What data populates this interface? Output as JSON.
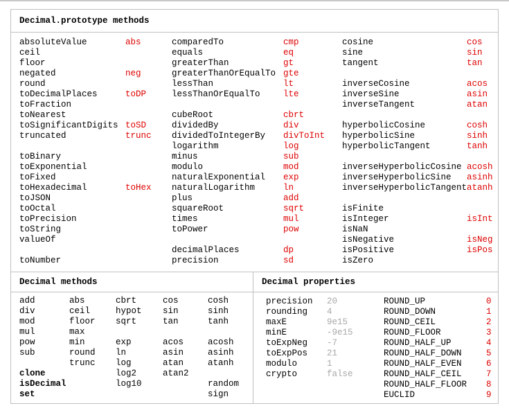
{
  "colors": {
    "accent_red": "#dd0000",
    "muted_gray": "#a8a8a8",
    "border_gray": "#c0c0c0"
  },
  "panels": {
    "prototype_methods": {
      "title": "Decimal.prototype methods",
      "columns": [
        {
          "rows": [
            {
              "name": "absoluteValue",
              "abbr": "abs"
            },
            {
              "name": "ceil",
              "abbr": ""
            },
            {
              "name": "floor",
              "abbr": ""
            },
            {
              "name": "negated",
              "abbr": "neg"
            },
            {
              "name": "round",
              "abbr": ""
            },
            {
              "name": "toDecimalPlaces",
              "abbr": "toDP"
            },
            {
              "name": "toFraction",
              "abbr": ""
            },
            {
              "name": "toNearest",
              "abbr": ""
            },
            {
              "name": "toSignificantDigits",
              "abbr": "toSD"
            },
            {
              "name": "truncated",
              "abbr": "trunc"
            },
            {
              "name": "",
              "abbr": ""
            },
            {
              "name": "toBinary",
              "abbr": ""
            },
            {
              "name": "toExponential",
              "abbr": ""
            },
            {
              "name": "toFixed",
              "abbr": ""
            },
            {
              "name": "toHexadecimal",
              "abbr": "toHex"
            },
            {
              "name": "toJSON",
              "abbr": ""
            },
            {
              "name": "toOctal",
              "abbr": ""
            },
            {
              "name": "toPrecision",
              "abbr": ""
            },
            {
              "name": "toString",
              "abbr": ""
            },
            {
              "name": "valueOf",
              "abbr": ""
            },
            {
              "name": "",
              "abbr": ""
            },
            {
              "name": "toNumber",
              "abbr": ""
            }
          ]
        },
        {
          "rows": [
            {
              "name": "comparedTo",
              "abbr": "cmp"
            },
            {
              "name": "equals",
              "abbr": "eq"
            },
            {
              "name": "greaterThan",
              "abbr": "gt"
            },
            {
              "name": "greaterThanOrEqualTo",
              "abbr": "gte"
            },
            {
              "name": "lessThan",
              "abbr": "lt"
            },
            {
              "name": "lessThanOrEqualTo",
              "abbr": "lte"
            },
            {
              "name": "",
              "abbr": ""
            },
            {
              "name": "cubeRoot",
              "abbr": "cbrt"
            },
            {
              "name": "dividedBy",
              "abbr": "div"
            },
            {
              "name": "dividedToIntegerBy",
              "abbr": "divToInt"
            },
            {
              "name": "logarithm",
              "abbr": "log"
            },
            {
              "name": "minus",
              "abbr": "sub"
            },
            {
              "name": "modulo",
              "abbr": "mod"
            },
            {
              "name": "naturalExponential",
              "abbr": "exp"
            },
            {
              "name": "naturalLogarithm",
              "abbr": "ln"
            },
            {
              "name": "plus",
              "abbr": "add"
            },
            {
              "name": "squareRoot",
              "abbr": "sqrt"
            },
            {
              "name": "times",
              "abbr": "mul"
            },
            {
              "name": "toPower",
              "abbr": "pow"
            },
            {
              "name": "",
              "abbr": ""
            },
            {
              "name": "decimalPlaces",
              "abbr": "dp"
            },
            {
              "name": "precision",
              "abbr": "sd"
            }
          ]
        },
        {
          "rows": [
            {
              "name": "cosine",
              "abbr": "cos"
            },
            {
              "name": "sine",
              "abbr": "sin"
            },
            {
              "name": "tangent",
              "abbr": "tan"
            },
            {
              "name": "",
              "abbr": ""
            },
            {
              "name": "inverseCosine",
              "abbr": "acos"
            },
            {
              "name": "inverseSine",
              "abbr": "asin"
            },
            {
              "name": "inverseTangent",
              "abbr": "atan"
            },
            {
              "name": "",
              "abbr": ""
            },
            {
              "name": "hyperbolicCosine",
              "abbr": "cosh"
            },
            {
              "name": "hyperbolicSine",
              "abbr": "sinh"
            },
            {
              "name": "hyperbolicTangent",
              "abbr": "tanh"
            },
            {
              "name": "",
              "abbr": ""
            },
            {
              "name": "inverseHyperbolicCosine",
              "abbr": "acosh"
            },
            {
              "name": "inverseHyperbolicSine",
              "abbr": "asinh"
            },
            {
              "name": "inverseHyperbolicTangent",
              "abbr": "atanh"
            },
            {
              "name": "",
              "abbr": ""
            },
            {
              "name": "isFinite",
              "abbr": ""
            },
            {
              "name": "isInteger",
              "abbr": "isInt"
            },
            {
              "name": "isNaN",
              "abbr": ""
            },
            {
              "name": "isNegative",
              "abbr": "isNeg"
            },
            {
              "name": "isPositive",
              "abbr": "isPos"
            },
            {
              "name": "isZero",
              "abbr": ""
            }
          ]
        }
      ]
    },
    "decimal_methods": {
      "title": "Decimal methods",
      "grid": [
        [
          "add",
          "abs",
          "cbrt",
          "cos",
          "cosh"
        ],
        [
          "div",
          "ceil",
          "hypot",
          "sin",
          "sinh"
        ],
        [
          "mod",
          "floor",
          "sqrt",
          "tan",
          "tanh"
        ],
        [
          "mul",
          "max",
          "",
          "",
          ""
        ],
        [
          "pow",
          "min",
          "exp",
          "acos",
          "acosh"
        ],
        [
          "sub",
          "round",
          "ln",
          "asin",
          "asinh"
        ],
        [
          "",
          "trunc",
          "log",
          "atan",
          "atanh"
        ],
        [
          "clone",
          "",
          "log2",
          "atan2",
          ""
        ],
        [
          "isDecimal",
          "",
          "log10",
          "",
          "random"
        ],
        [
          "set",
          "",
          "",
          "",
          "sign"
        ]
      ],
      "bold_items": [
        "clone",
        "isDecimal",
        "set"
      ]
    },
    "decimal_properties": {
      "title": "Decimal properties",
      "settings": [
        {
          "name": "precision",
          "value": "20"
        },
        {
          "name": "rounding",
          "value": "4"
        },
        {
          "name": "maxE",
          "value": "9e15"
        },
        {
          "name": "minE",
          "value": "-9e15"
        },
        {
          "name": "toExpNeg",
          "value": "-7"
        },
        {
          "name": "toExpPos",
          "value": "21"
        },
        {
          "name": "modulo",
          "value": "1"
        },
        {
          "name": "crypto",
          "value": "false"
        }
      ],
      "rounding_modes": [
        {
          "name": "ROUND_UP",
          "value": "0"
        },
        {
          "name": "ROUND_DOWN",
          "value": "1"
        },
        {
          "name": "ROUND_CEIL",
          "value": "2"
        },
        {
          "name": "ROUND_FLOOR",
          "value": "3"
        },
        {
          "name": "ROUND_HALF_UP",
          "value": "4"
        },
        {
          "name": "ROUND_HALF_DOWN",
          "value": "5"
        },
        {
          "name": "ROUND_HALF_EVEN",
          "value": "6"
        },
        {
          "name": "ROUND_HALF_CEIL",
          "value": "7"
        },
        {
          "name": "ROUND_HALF_FLOOR",
          "value": "8"
        },
        {
          "name": "EUCLID",
          "value": "9"
        }
      ]
    }
  }
}
